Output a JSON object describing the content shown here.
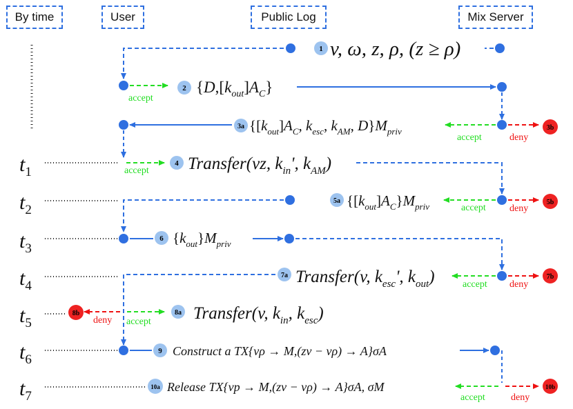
{
  "headers": {
    "by_time": "By time",
    "user": "User",
    "public_log": "Public Log",
    "mix_server": "Mix Server"
  },
  "times": [
    {
      "t": "t",
      "sub": "1"
    },
    {
      "t": "t",
      "sub": "2"
    },
    {
      "t": "t",
      "sub": "3"
    },
    {
      "t": "t",
      "sub": "4"
    },
    {
      "t": "t",
      "sub": "5"
    },
    {
      "t": "t",
      "sub": "6"
    },
    {
      "t": "t",
      "sub": "7"
    }
  ],
  "labels": {
    "accept": "accept",
    "deny": "deny"
  },
  "steps": [
    {
      "id": "1",
      "text": "v, ω, z, ρ, (z ≥ ρ)"
    },
    {
      "id": "2",
      "text": "{D,[k_out]A_C}"
    },
    {
      "id": "3a",
      "text": "{[k_out]A_C, k_esc, k_AM, D}M_priv"
    },
    {
      "id": "3b"
    },
    {
      "id": "4",
      "text": "Transfer(vz, k_in', k_AM)"
    },
    {
      "id": "5a",
      "text": "{[k_out]A_C}M_priv"
    },
    {
      "id": "5b"
    },
    {
      "id": "6",
      "text": "{k_out}M_priv"
    },
    {
      "id": "7a",
      "text": "Transfer(v, k_esc', k_out)"
    },
    {
      "id": "7b"
    },
    {
      "id": "8a",
      "text": "Transfer(v, k_in, k_esc)"
    },
    {
      "id": "8b"
    },
    {
      "id": "9",
      "text": "Construct a TX{vρ → M,(zv − vρ) → A}σA"
    },
    {
      "id": "10a",
      "text": "Release TX{vp → M,(zv − vρ) → A}σA, σM"
    },
    {
      "id": "10b"
    }
  ],
  "colors": {
    "blue": "#2e6fe0",
    "green": "#22dd22",
    "red": "#ee1111",
    "dot": "#2f6fe0",
    "badge": "#9dc3ef",
    "deny_badge": "#ee2222"
  }
}
